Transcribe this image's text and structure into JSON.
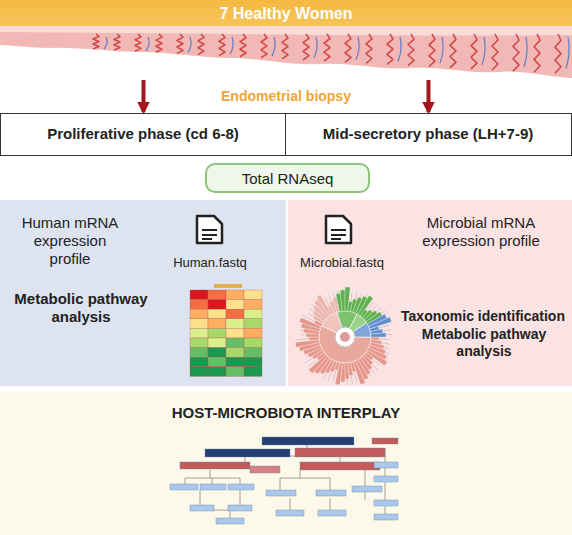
{
  "diagram": {
    "nodes": [
      {
        "text": [
          "7 Healthy Women"
        ]
      },
      {
        "text": [
          "Proliferative phase (cd 6-8)"
        ]
      },
      {
        "text": [
          "Mid-secretory phase (LH+7-9)"
        ]
      },
      {
        "text": [
          "Total RNAseq"
        ]
      },
      {
        "text": [
          "Human mRNA expression profile",
          "Human.fastq",
          "Metabolic pathway analysis"
        ]
      },
      {
        "text": [
          "Microbial.fastq",
          "Microbial mRNA expression profile",
          "Taxonomic identification",
          "Metabolic pathway analysis"
        ]
      },
      {
        "text": [
          "HOST-MICROBIOTA INTERPLAY"
        ]
      }
    ],
    "edges": [
      {
        "from": 0,
        "to": 1,
        "arrow": "to"
      },
      {
        "from": 0,
        "to": 2,
        "arrow": "to"
      }
    ],
    "labels": [
      "Endometrial biopsy"
    ]
  }
}
